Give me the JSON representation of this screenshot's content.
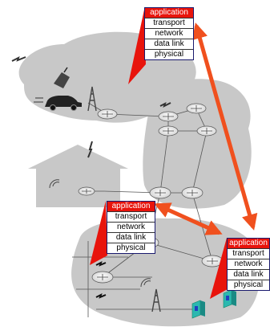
{
  "stacks": [
    [
      "application",
      "transport",
      "network",
      "data link",
      "physical"
    ],
    [
      "application",
      "transport",
      "network",
      "data link",
      "physical"
    ],
    [
      "application",
      "transport",
      "network",
      "data link",
      "physical"
    ]
  ],
  "colors": {
    "network_region": "#c8c8c8",
    "app_layer": "#e8140c",
    "arrow": "#f0501e",
    "router_fill": "#ececec",
    "host_teal": "#2cb8b0",
    "host_blue": "#2040c0"
  }
}
